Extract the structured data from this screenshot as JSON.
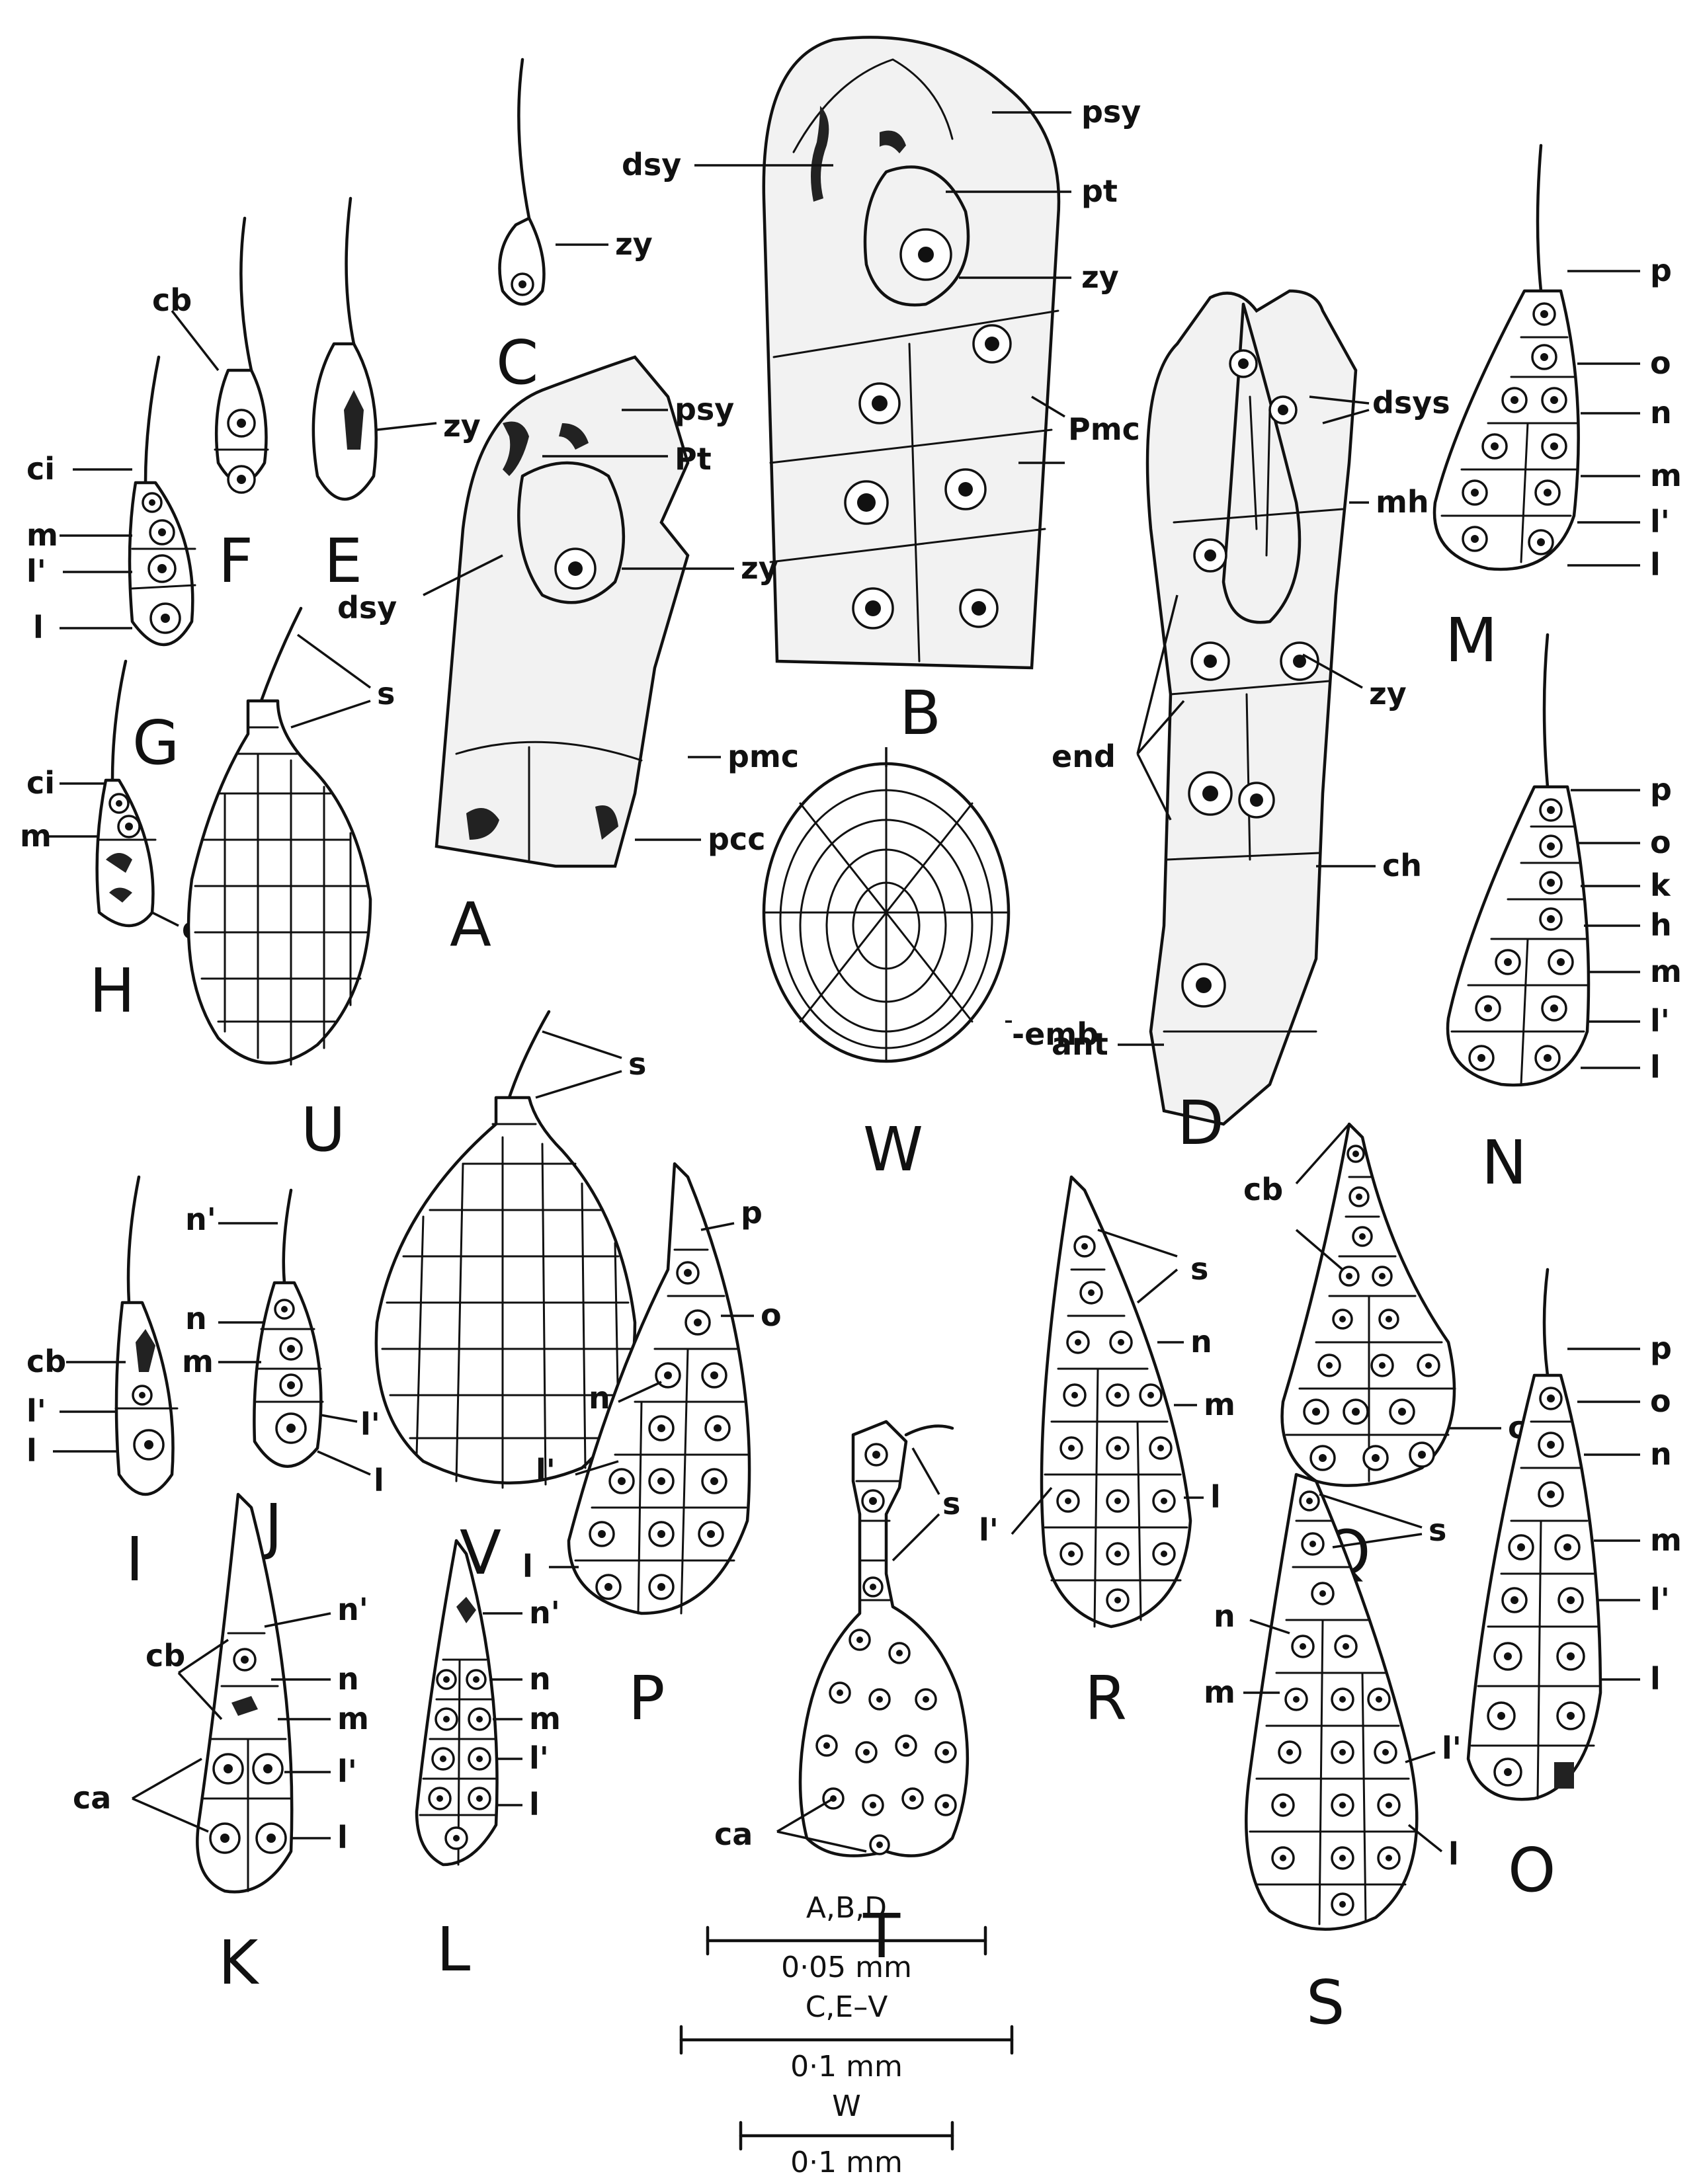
{
  "figure_letters": {
    "A": "A",
    "B": "B",
    "C": "C",
    "D": "D",
    "E": "E",
    "F": "F",
    "G": "G",
    "H": "H",
    "I": "I",
    "J": "J",
    "K": "K",
    "L": "L",
    "M": "M",
    "N": "N",
    "O": "O",
    "P": "P",
    "Q": "Q",
    "R": "R",
    "S": "S",
    "T": "T",
    "U": "U",
    "V": "V",
    "W": "W"
  },
  "labels": {
    "psy": "psy",
    "pt": "pt",
    "Pt": "Pt",
    "dsy": "dsy",
    "dsys": "dsys",
    "zy": "zy",
    "pmc": "pmc",
    "Pmc": "Pmc",
    "pcc": "pcc",
    "mh": "mh",
    "end": "end",
    "ch": "ch",
    "emb": "-emb",
    "ant": "ant",
    "cb": "cb",
    "ci": "ci",
    "ca": "ca",
    "s": "s",
    "m": "m",
    "l": "l",
    "l1": "l'",
    "n": "n",
    "n1": "n'",
    "o": "o",
    "p": "p",
    "k": "k",
    "h": "h"
  },
  "scale_bars": [
    {
      "top": "A,B,D",
      "bottom": "0·05 mm"
    },
    {
      "top": "C,E–V",
      "bottom": "0·1 mm"
    },
    {
      "top": "W",
      "bottom": "0·1 mm"
    }
  ]
}
